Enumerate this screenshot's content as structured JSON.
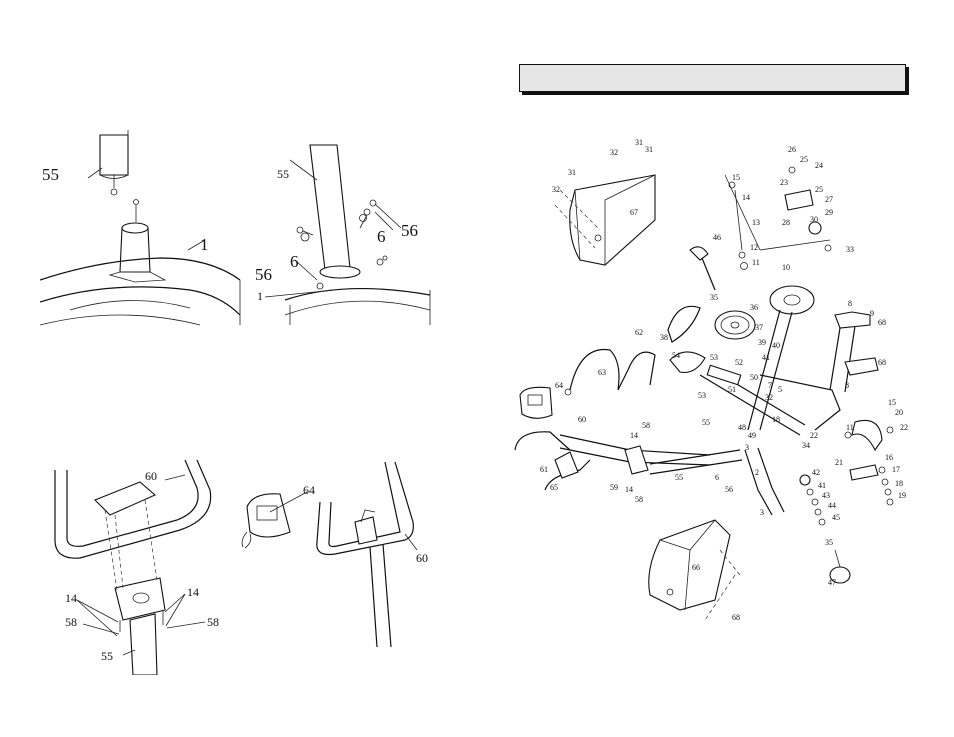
{
  "title_bar": {
    "text": ""
  },
  "step1": {
    "left_labels": {
      "post": "55",
      "frame": "1"
    },
    "right_labels": {
      "post": "55",
      "washer_a": "6",
      "bolt_a": "56",
      "washer_b": "6",
      "bolt_b": "56",
      "frame": "1"
    }
  },
  "step2": {
    "left_labels": {
      "handlebar": "60",
      "bolt_l": "14",
      "nut_l": "58",
      "bolt_r": "14",
      "nut_r": "58",
      "post": "55"
    },
    "right_labels": {
      "console": "64",
      "handlebar": "60"
    }
  },
  "exploded": {
    "parts": [
      {
        "id": "p31a",
        "text": "31"
      },
      {
        "id": "p31b",
        "text": "31"
      },
      {
        "id": "p32a",
        "text": "32"
      },
      {
        "id": "p31c",
        "text": "31"
      },
      {
        "id": "p32b",
        "text": "32"
      },
      {
        "id": "p67",
        "text": "67"
      },
      {
        "id": "p26",
        "text": "26"
      },
      {
        "id": "p25a",
        "text": "25"
      },
      {
        "id": "p24",
        "text": "24"
      },
      {
        "id": "p23",
        "text": "23"
      },
      {
        "id": "p25b",
        "text": "25"
      },
      {
        "id": "p27",
        "text": "27"
      },
      {
        "id": "p28",
        "text": "28"
      },
      {
        "id": "p29",
        "text": "29"
      },
      {
        "id": "p30",
        "text": "30"
      },
      {
        "id": "p33",
        "text": "33"
      },
      {
        "id": "p15a",
        "text": "15"
      },
      {
        "id": "p14a",
        "text": "14"
      },
      {
        "id": "p13",
        "text": "13"
      },
      {
        "id": "p12",
        "text": "12"
      },
      {
        "id": "p11a",
        "text": "11"
      },
      {
        "id": "p10",
        "text": "10"
      },
      {
        "id": "p46",
        "text": "46"
      },
      {
        "id": "p35a",
        "text": "35"
      },
      {
        "id": "p36",
        "text": "36"
      },
      {
        "id": "p37",
        "text": "37"
      },
      {
        "id": "p39",
        "text": "39"
      },
      {
        "id": "p40",
        "text": "40"
      },
      {
        "id": "p41a",
        "text": "41"
      },
      {
        "id": "p38",
        "text": "38"
      },
      {
        "id": "p8a",
        "text": "8"
      },
      {
        "id": "p9",
        "text": "9"
      },
      {
        "id": "p68a",
        "text": "68"
      },
      {
        "id": "p62",
        "text": "62"
      },
      {
        "id": "p63",
        "text": "63"
      },
      {
        "id": "p54",
        "text": "54"
      },
      {
        "id": "p53",
        "text": "53"
      },
      {
        "id": "p52",
        "text": "52"
      },
      {
        "id": "p51",
        "text": "51"
      },
      {
        "id": "p50",
        "text": "50"
      },
      {
        "id": "p32c",
        "text": "32"
      },
      {
        "id": "p53b",
        "text": "53"
      },
      {
        "id": "p7",
        "text": "7"
      },
      {
        "id": "p5",
        "text": "5"
      },
      {
        "id": "p8b",
        "text": "8"
      },
      {
        "id": "p68b",
        "text": "68"
      },
      {
        "id": "p15b",
        "text": "15"
      },
      {
        "id": "p20",
        "text": "20"
      },
      {
        "id": "p64",
        "text": "64"
      },
      {
        "id": "p60",
        "text": "60"
      },
      {
        "id": "p55",
        "text": "55"
      },
      {
        "id": "p48",
        "text": "48"
      },
      {
        "id": "p49",
        "text": "49"
      },
      {
        "id": "p18a",
        "text": "18"
      },
      {
        "id": "p34",
        "text": "34"
      },
      {
        "id": "p22a",
        "text": "22"
      },
      {
        "id": "p11b",
        "text": "11"
      },
      {
        "id": "p22b",
        "text": "22"
      },
      {
        "id": "p14b",
        "text": "14"
      },
      {
        "id": "p58a",
        "text": "58"
      },
      {
        "id": "p61",
        "text": "61"
      },
      {
        "id": "p65",
        "text": "65"
      },
      {
        "id": "p59",
        "text": "59"
      },
      {
        "id": "p14c",
        "text": "14"
      },
      {
        "id": "p58b",
        "text": "58"
      },
      {
        "id": "p55b",
        "text": "55"
      },
      {
        "id": "p6",
        "text": "6"
      },
      {
        "id": "p56",
        "text": "56"
      },
      {
        "id": "p3a",
        "text": "3"
      },
      {
        "id": "p2",
        "text": "2"
      },
      {
        "id": "p3b",
        "text": "3"
      },
      {
        "id": "p42",
        "text": "42"
      },
      {
        "id": "p41b",
        "text": "41"
      },
      {
        "id": "p43",
        "text": "43"
      },
      {
        "id": "p44",
        "text": "44"
      },
      {
        "id": "p45",
        "text": "45"
      },
      {
        "id": "p21",
        "text": "21"
      },
      {
        "id": "p16",
        "text": "16"
      },
      {
        "id": "p17",
        "text": "17"
      },
      {
        "id": "p18b",
        "text": "18"
      },
      {
        "id": "p19",
        "text": "19"
      },
      {
        "id": "p35b",
        "text": "35"
      },
      {
        "id": "p47",
        "text": "47"
      },
      {
        "id": "p66",
        "text": "66"
      },
      {
        "id": "p68c",
        "text": "68"
      }
    ]
  }
}
